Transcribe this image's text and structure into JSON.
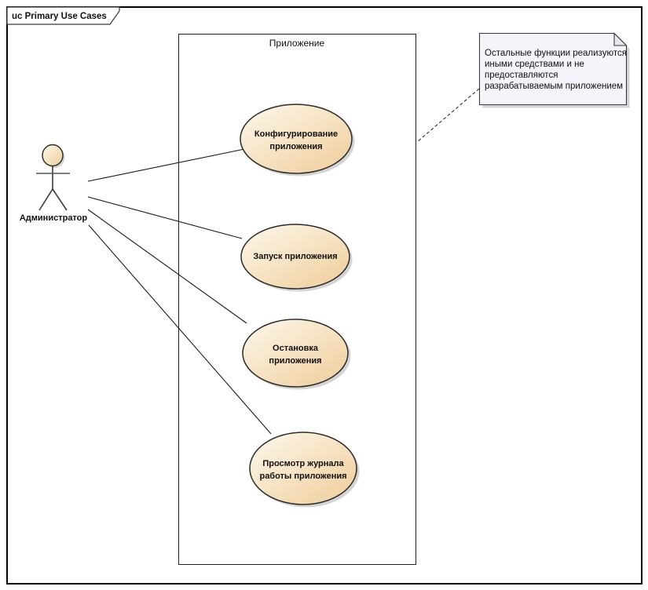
{
  "frame": {
    "label": "uc Primary Use Cases"
  },
  "boundary": {
    "label": "Приложение"
  },
  "actor": {
    "name": "Администратор"
  },
  "use_cases": [
    {
      "name": "Конфигурирование приложения",
      "lines": [
        "Конфигурирование",
        "приложения"
      ]
    },
    {
      "name": "Запуск приложения",
      "lines": [
        "Запуск приложения"
      ]
    },
    {
      "name": "Остановка приложения",
      "lines": [
        "Остановка",
        "приложения"
      ]
    },
    {
      "name": "Просмотр журнала работы приложения",
      "lines": [
        "Просмотр журнала",
        "работы приложения"
      ]
    }
  ],
  "note": {
    "text": "Остальные функции реализуются иными средствами и не предоставляются разрабатываемым приложением",
    "lines": [
      "Остальные функции реализуются",
      "иными средствами и не",
      "предоставляются",
      "разрабатываемым приложением"
    ]
  },
  "colors": {
    "usecase_gradient_start": "#FDF8EC",
    "usecase_gradient_end": "#EFCD99",
    "note_fill": "#F5F4FA",
    "note_fold": "#E9E7F1",
    "shadow": "#C9C9C9",
    "stroke": "#2B2B2B"
  }
}
